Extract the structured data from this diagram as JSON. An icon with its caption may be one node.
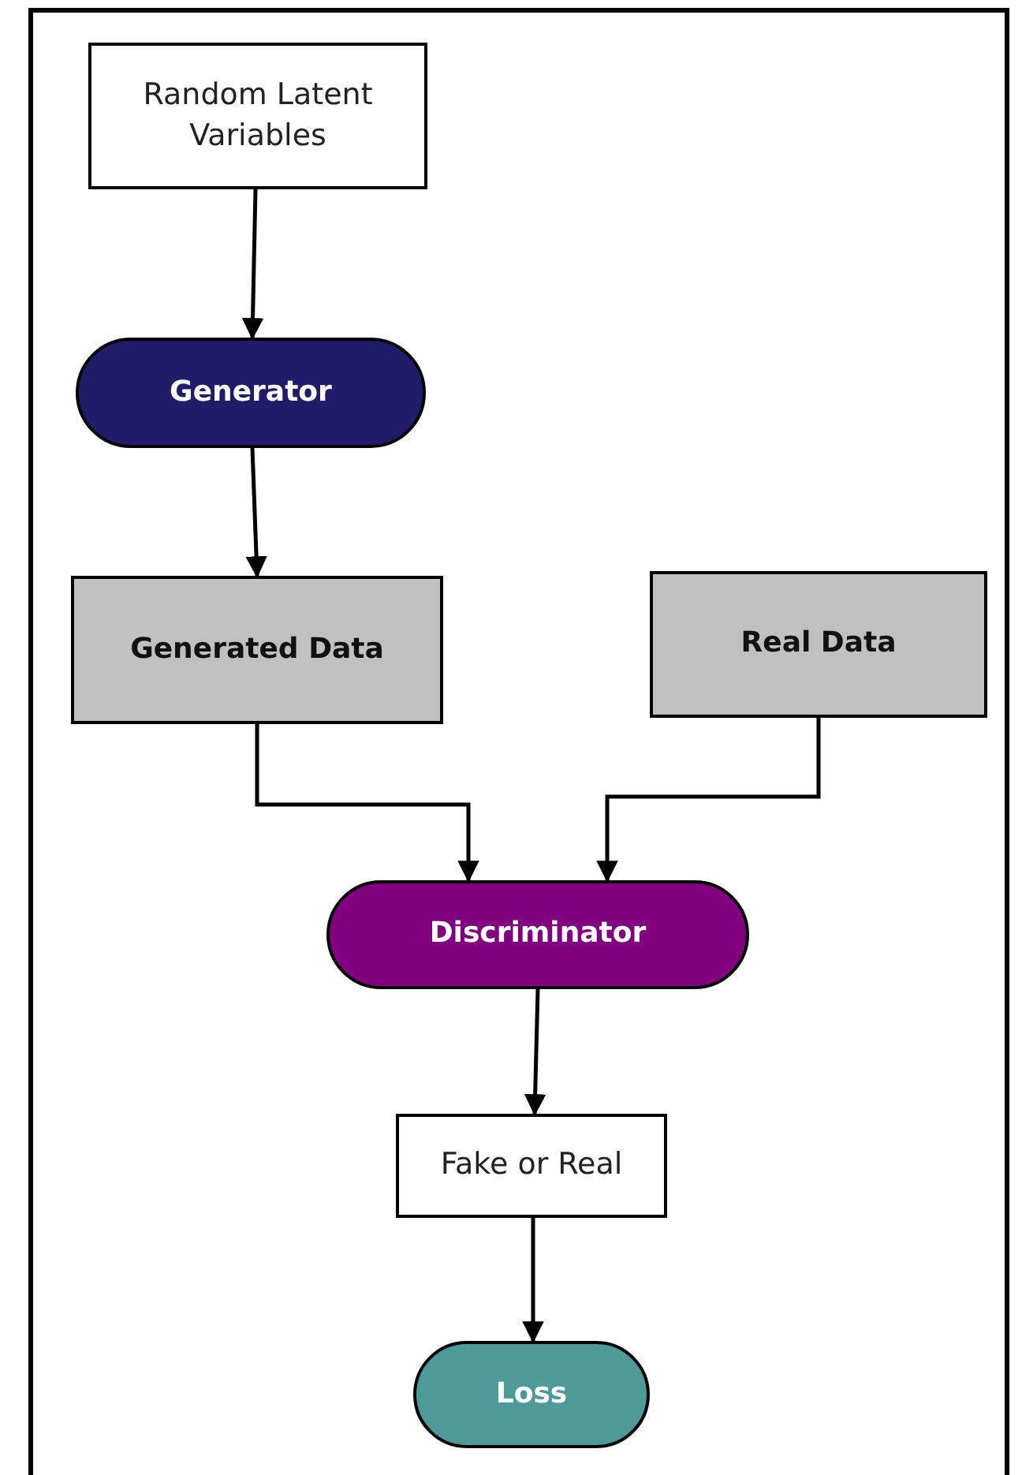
{
  "diagram": {
    "nodes": [
      {
        "text": [
          "Random Latent Variables"
        ]
      },
      {
        "text": [
          "Generator"
        ]
      },
      {
        "text": [
          "Generated Data"
        ]
      },
      {
        "text": [
          "Real Data"
        ]
      },
      {
        "text": [
          "Discriminator"
        ]
      },
      {
        "text": [
          "Fake or Real"
        ]
      },
      {
        "text": [
          "Loss"
        ]
      }
    ],
    "edges": [
      {
        "from": 0,
        "to": 1,
        "arrow": "to"
      },
      {
        "from": 1,
        "to": 2,
        "arrow": "to"
      },
      {
        "from": 2,
        "to": 4,
        "arrow": "to"
      },
      {
        "from": 3,
        "to": 4,
        "arrow": "to"
      },
      {
        "from": 4,
        "to": 5,
        "arrow": "to"
      },
      {
        "from": 5,
        "to": 6,
        "arrow": "to"
      }
    ]
  }
}
